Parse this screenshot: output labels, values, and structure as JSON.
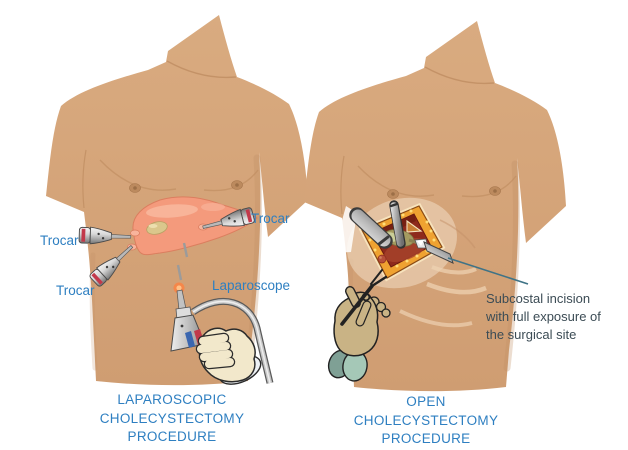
{
  "palette": {
    "background": "#ffffff",
    "label_blue": "#2e7fc1",
    "annotation_text": "#3c4c55",
    "skin": "#d5a47a",
    "liver": "#f49a7c",
    "incision_orange": "#efa231",
    "cavity_red": "#8e2a1c",
    "leader_line": "#3f7386",
    "glove_cream": "#f2e8cb",
    "glove_olive": "#c9b385",
    "cuff_teal": "#a5c8b7"
  },
  "left_panel": {
    "labels": {
      "trocar_left": "Trocar",
      "trocar_bottom": "Trocar",
      "trocar_right": "Trocar",
      "laparoscope": "Laparoscope"
    },
    "title_lines": [
      "LAPAROSCOPIC",
      "CHOLECYSTECTOMY",
      "PROCEDURE"
    ]
  },
  "right_panel": {
    "annotation_lines": [
      "Subcostal incision",
      "with full exposure of",
      "the surgical site"
    ],
    "title_lines": [
      "OPEN",
      "CHOLECYSTECTOMY",
      "PROCEDURE"
    ]
  }
}
